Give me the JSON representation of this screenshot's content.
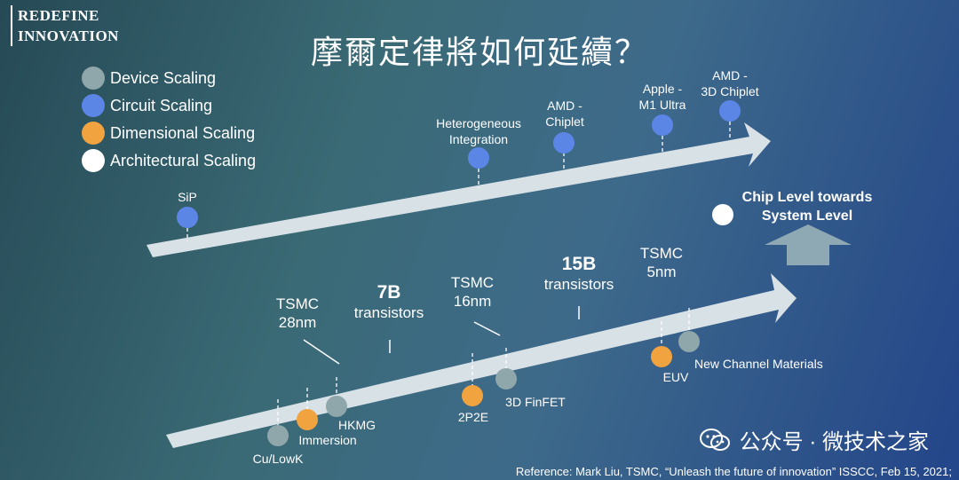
{
  "brand": {
    "line1": "REDEFINE",
    "line2": "INNOVATION"
  },
  "title": "摩爾定律將如何延續？",
  "colors": {
    "device": "#8fa7ab",
    "circuit": "#5b86e6",
    "dimensional": "#f1a340",
    "architectural": "#ffffff",
    "arrow": "#d7e1e6"
  },
  "legend": [
    {
      "label": "Device Scaling",
      "color": "#8fa7ab"
    },
    {
      "label": "Circuit Scaling",
      "color": "#5b86e6"
    },
    {
      "label": "Dimensional Scaling",
      "color": "#f1a340"
    },
    {
      "label": "Architectural Scaling",
      "color": "#ffffff"
    }
  ],
  "upper": {
    "sip": "SiP",
    "hetero": [
      "Heterogeneous",
      "Integration"
    ],
    "amd_chiplet": [
      "AMD -",
      "Chiplet"
    ],
    "apple": [
      "Apple -",
      "M1 Ultra"
    ],
    "amd_3d": [
      "AMD -",
      "3D Chiplet"
    ]
  },
  "chip_level": [
    "Chip Level towards",
    "System Level"
  ],
  "lower": {
    "tsmc28": [
      "TSMC",
      "28nm"
    ],
    "b7": [
      "7B",
      "transistors"
    ],
    "tsmc16": [
      "TSMC",
      "16nm"
    ],
    "b15": [
      "15B",
      "transistors"
    ],
    "tsmc5": [
      "TSMC",
      "5nm"
    ],
    "cu_lowk": "Cu/LowK",
    "immersion": "Immersion",
    "hkmg": "HKMG",
    "p2p2e": "2P2E",
    "finfet": "3D FinFET",
    "euv": "EUV",
    "channel": "New Channel Materials"
  },
  "watermark": "公众号 · 微技术之家",
  "reference": "Reference: Mark Liu, TSMC, “Unleash the future of innovation” ISSCC, Feb 15, 2021;"
}
